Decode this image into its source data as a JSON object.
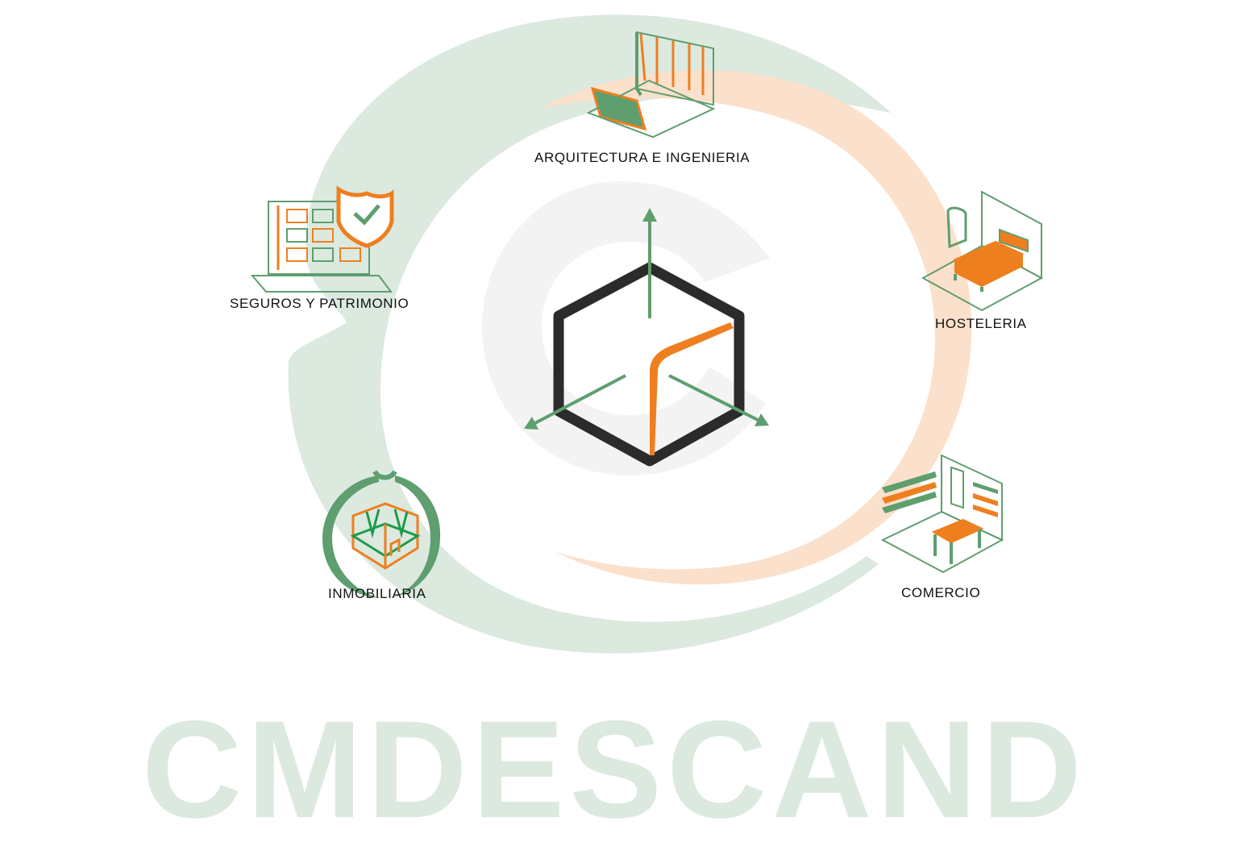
{
  "colors": {
    "green": "#5e9e6f",
    "green_light": "#dbe9df",
    "orange": "#ee7f1f",
    "orange_light": "#fbe0cb",
    "dark": "#2b2b2b",
    "watermark_gray": "#f3f3f3"
  },
  "sectors": [
    {
      "id": "arquitectura",
      "label": "ARQUITECTURA E INGENIERIA",
      "icon": "building-facade-icon"
    },
    {
      "id": "seguros",
      "label": "SEGUROS Y PATRIMONIO",
      "icon": "insurance-building-shield-icon"
    },
    {
      "id": "hosteleria",
      "label": "HOSTELERIA",
      "icon": "hotel-bedroom-icon"
    },
    {
      "id": "comercio",
      "label": "COMERCIO",
      "icon": "retail-shop-icon"
    },
    {
      "id": "inmobiliaria",
      "label": "INMOBILIARIA",
      "icon": "real-estate-house-icon"
    }
  ],
  "center_icon": "3d-cube-axes-icon",
  "brand": {
    "wordmark": "CMDESCAND"
  }
}
